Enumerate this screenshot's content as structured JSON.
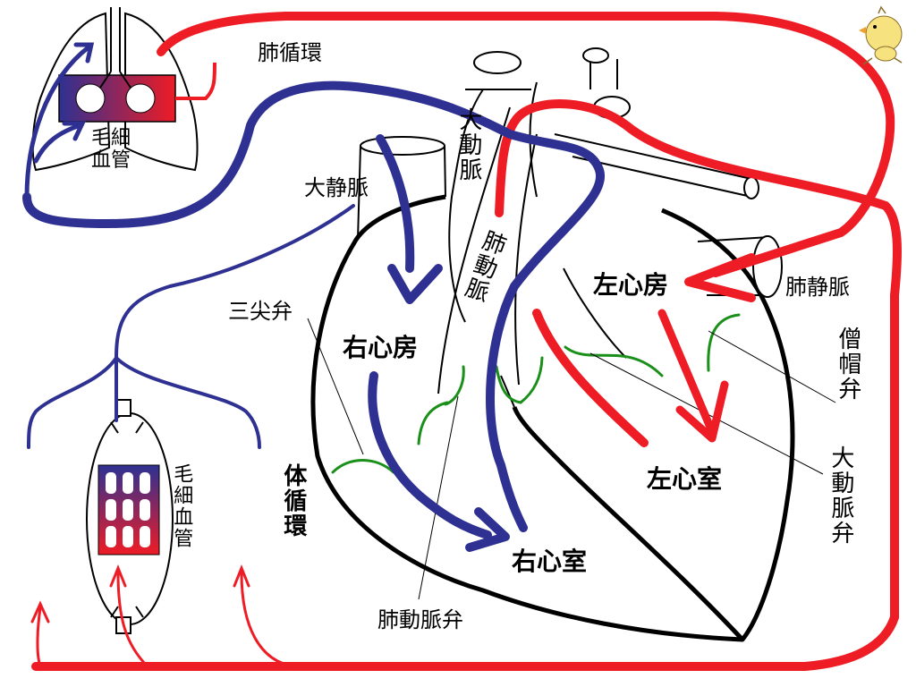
{
  "colors": {
    "deoxygenated": "#2e3192",
    "oxygenated": "#ee1c25",
    "valve": "#1a8f1a",
    "outline": "#000000"
  },
  "labels": {
    "pulmonary_circulation": "肺循環",
    "capillary_top_1": "毛細",
    "capillary_top_2": "血管",
    "aorta": "大動脈",
    "vena_cava": "大静脈",
    "pulmonary_artery": "肺動脈",
    "tricuspid_valve": "三尖弁",
    "right_atrium": "右心房",
    "left_atrium": "左心房",
    "pulmonary_vein": "肺静脈",
    "mitral_valve": "僧帽弁",
    "aortic_valve": "大動脈弁",
    "left_ventricle": "左心室",
    "right_ventricle": "右心室",
    "pulmonary_valve": "肺動脈弁",
    "systemic_circulation": "体循環",
    "capillary_bottom": "毛細血管"
  },
  "icons": {
    "mascot": "chick-icon"
  }
}
